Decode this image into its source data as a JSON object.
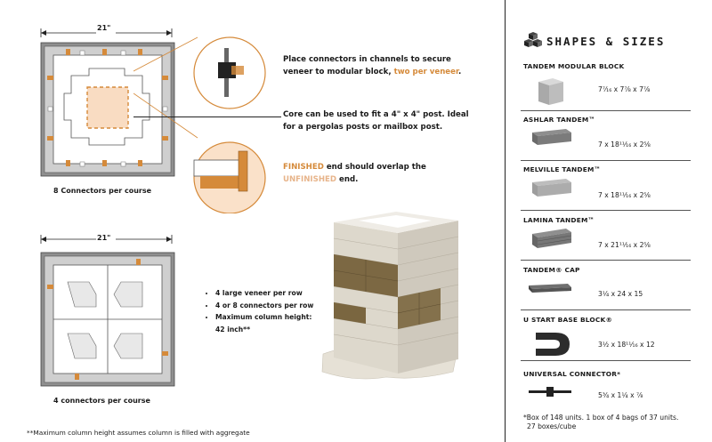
{
  "diagram1": {
    "width_label": "21\"",
    "caption": "8 Connectors per course"
  },
  "diagram2": {
    "width_label": "21\"",
    "caption": "4 connectors per course"
  },
  "instructions": {
    "line1": "Place connectors in channels to secure",
    "line2_a": "veneer to modular block, ",
    "line2_b": "two per veneer",
    "line2_c": ".",
    "core_1": "Core can be used to fit a 4\" x 4\" post. Ideal",
    "core_2": "for a pergolas posts or mailbox post.",
    "finished_a": "FINISHED",
    "finished_b": " end should overlap the",
    "unfinished_a": "UNFINISHED",
    "unfinished_b": " end."
  },
  "bullets": [
    "4 large veneer per row",
    "4 or 8 connectors per row",
    "Maximum column height:",
    "42 inch**"
  ],
  "footnote": "**Maximum column height assumes column is filled with aggregate",
  "shapes": {
    "title": "SHAPES & SIZES",
    "items": [
      {
        "name": "TANDEM MODULAR BLOCK",
        "dims": "7⁷⁄₁₆ x 7⁷⁄₈ x 7⁷⁄₈"
      },
      {
        "name": "ASHLAR TANDEM™",
        "dims": "7 x 18¹¹⁄₁₆ x 2⁵⁄₈"
      },
      {
        "name": "MELVILLE TANDEM™",
        "dims": "7 x 18¹¹⁄₁₆ x 2⁵⁄₈"
      },
      {
        "name": "LAMINA TANDEM™",
        "dims": "7 x 21¹¹⁄₁₆ x 2⁵⁄₈"
      },
      {
        "name": "TANDEM® CAP",
        "dims": "3¹⁄₄ x 24 x 15"
      },
      {
        "name": "U START BASE BLOCK®",
        "dims": "3¹⁄₂ x 18¹¹⁄₁₆ x 12"
      },
      {
        "name": "UNIVERSAL CONNECTOR*",
        "dims": "5³⁄₄ x 1¹⁄₄ x ⁷⁄₈"
      }
    ],
    "note_1": "*Box of 148 units. 1 box of 4 bags of 37 units.",
    "note_2": "27 boxes/cube"
  },
  "colors": {
    "accent": "#d58a3a",
    "block_gray": "#c9c9c9",
    "channel": "#9e9e9e"
  }
}
